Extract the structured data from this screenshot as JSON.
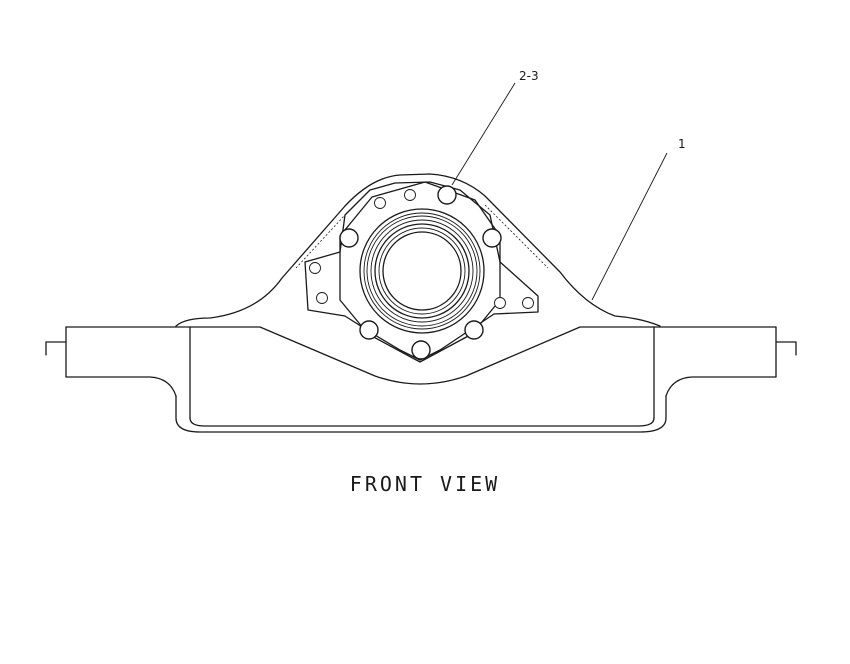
{
  "callouts": {
    "seal_bolts": "2-3",
    "axle_housing": "1"
  },
  "view_title": "FRONT VIEW"
}
